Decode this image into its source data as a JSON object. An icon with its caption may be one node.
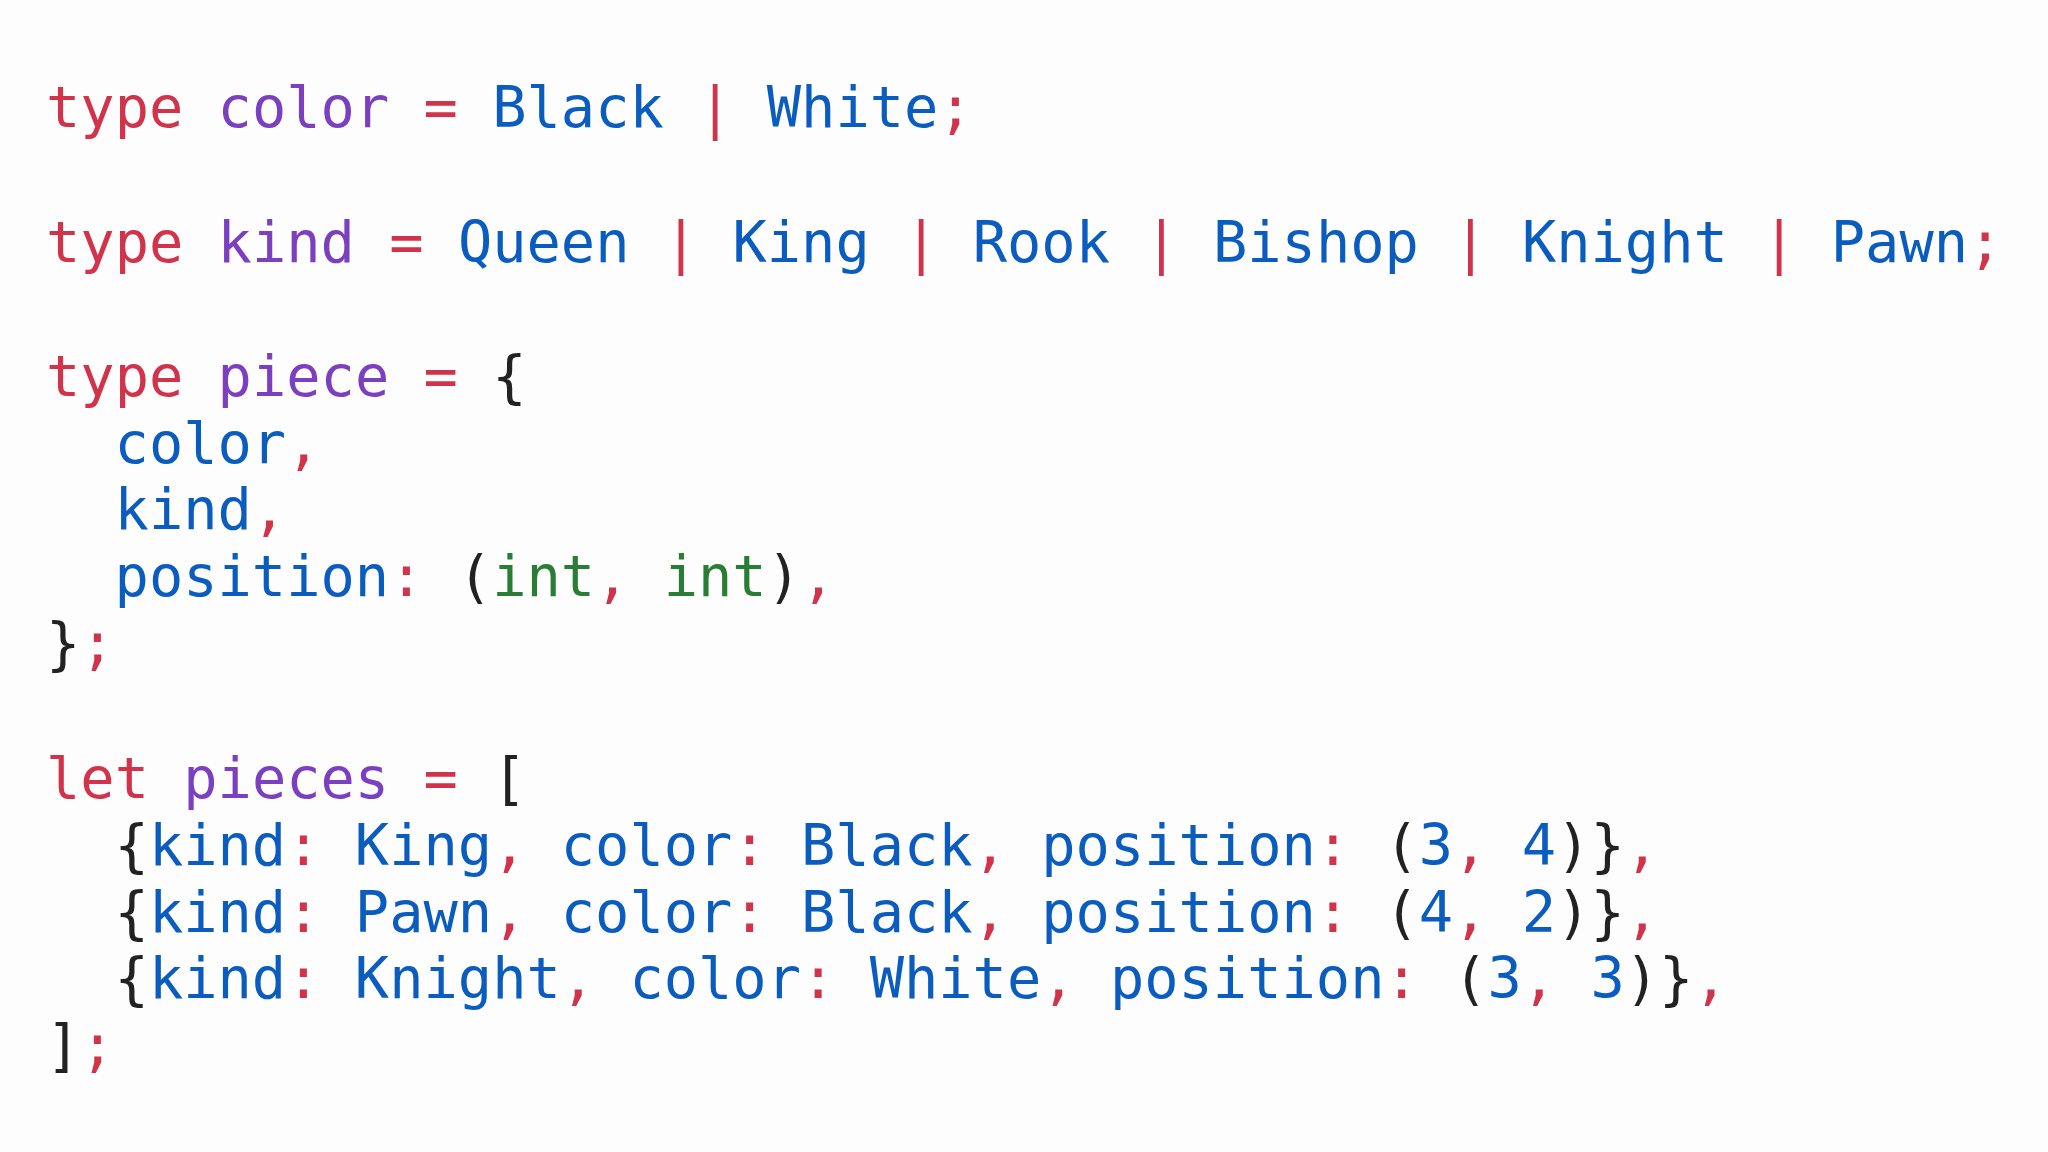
{
  "diagram": {
    "labels": [
      "type color = Black | White;",
      "type kind = Queen | King | Rook | Bishop | Knight | Pawn;",
      "type piece = {",
      "color,",
      "kind,",
      "position: (int, int),",
      "};",
      "let pieces = [",
      "{kind: King, color: Black, position: (3, 4)},",
      "{kind: Pawn, color: Black, position: (4, 2)},",
      "{kind: Knight, color: White, position: (3, 3)},",
      "];"
    ]
  }
}
